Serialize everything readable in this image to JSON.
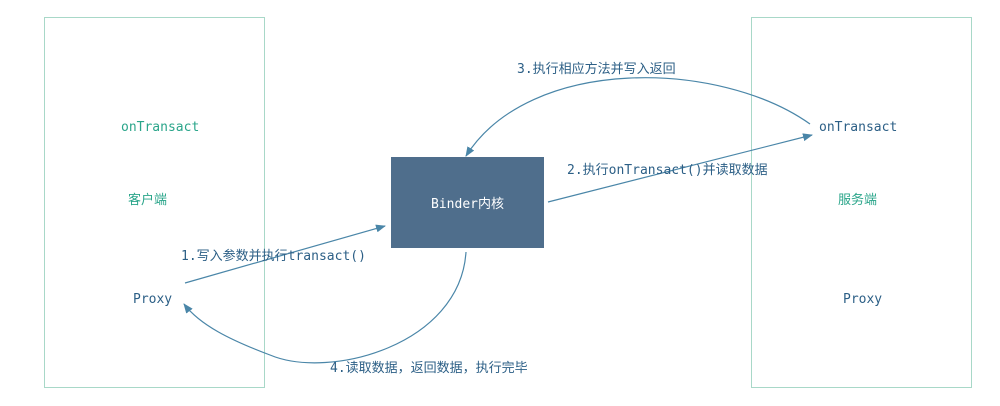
{
  "client": {
    "method": "onTransact",
    "title": "客户端",
    "proxy": "Proxy"
  },
  "server": {
    "method": "onTransact",
    "title": "服务端",
    "proxy": "Proxy"
  },
  "kernel": {
    "label": "Binder内核"
  },
  "steps": {
    "step1": "1.写入参数并执行transact()",
    "step2": "2.执行onTransact()并读取数据",
    "step3": "3.执行相应方法并写入返回",
    "step4": "4.读取数据，返回数据，执行完毕"
  },
  "colors": {
    "box_border": "#a8d8c8",
    "kernel_fill": "#4f6e8c",
    "arrow": "#4a86a8",
    "client_server_text": "#2aa58a",
    "step_text": "#2c5f86"
  }
}
